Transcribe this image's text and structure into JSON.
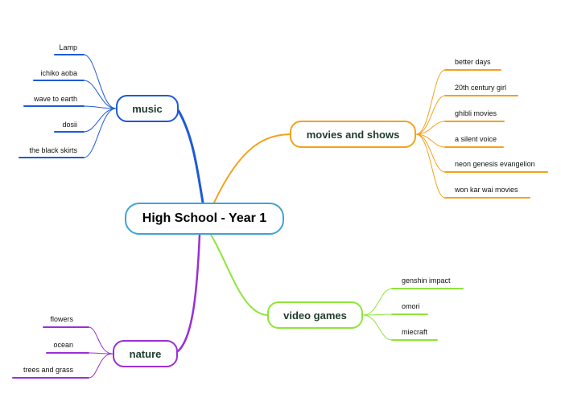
{
  "center": {
    "label": "High School - Year 1",
    "color": "#3fa3d6"
  },
  "branches": {
    "music": {
      "label": "music",
      "color": "#1e5ad8",
      "items": [
        "Lamp",
        "ichiko aoba",
        "wave to earth",
        "dosii",
        "the black skirts"
      ]
    },
    "movies": {
      "label": "movies and shows",
      "color": "#f4a21c",
      "items": [
        "better days",
        "20th century girl",
        "ghibli movies",
        "a silent voice",
        "neon genesis evangelion",
        "won kar wai movies"
      ]
    },
    "games": {
      "label": "video games",
      "color": "#8ee53a",
      "items": [
        "genshin impact",
        "omori",
        "miecraft"
      ]
    },
    "nature": {
      "label": "nature",
      "color": "#9b2fd4",
      "items": [
        "flowers",
        "ocean",
        "trees and grass"
      ]
    }
  }
}
